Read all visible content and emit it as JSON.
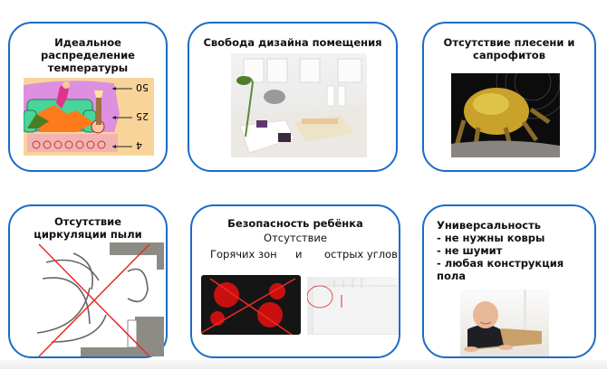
{
  "cards": [
    {
      "title_lines": [
        "Идеальное",
        "распределение",
        "температуры"
      ],
      "image": "family-room-temperature-illustration",
      "temps": [
        "50",
        "25",
        "4"
      ]
    },
    {
      "title": "Свобода дизайна помещения",
      "image": "bright-interior-living-room"
    },
    {
      "title_lines": [
        "Отсутствие плесени и",
        "сапрофитов"
      ],
      "image": "dust-mite-micrograph"
    },
    {
      "title_lines": [
        "Отсутствие",
        "циркуляции пыли"
      ],
      "image": "air-circulation-diagram-crossed"
    },
    {
      "title": "Безопасность ребёнка",
      "subtitle": "Отсутствие",
      "label_hot": "Горячих зон",
      "label_and": "и",
      "label_corners": "острых углов",
      "image_left": "hot-stove-crossed",
      "image_right": "radiator-sharp-corner"
    },
    {
      "title": "Универсальность",
      "items": [
        "- не нужны ковры",
        "- не шумит",
        "- любая конструкция",
        "пола"
      ],
      "image": "crawling-baby-on-floor"
    }
  ],
  "colors": {
    "border": "#1a6cc6",
    "cross": "#e82c24"
  }
}
